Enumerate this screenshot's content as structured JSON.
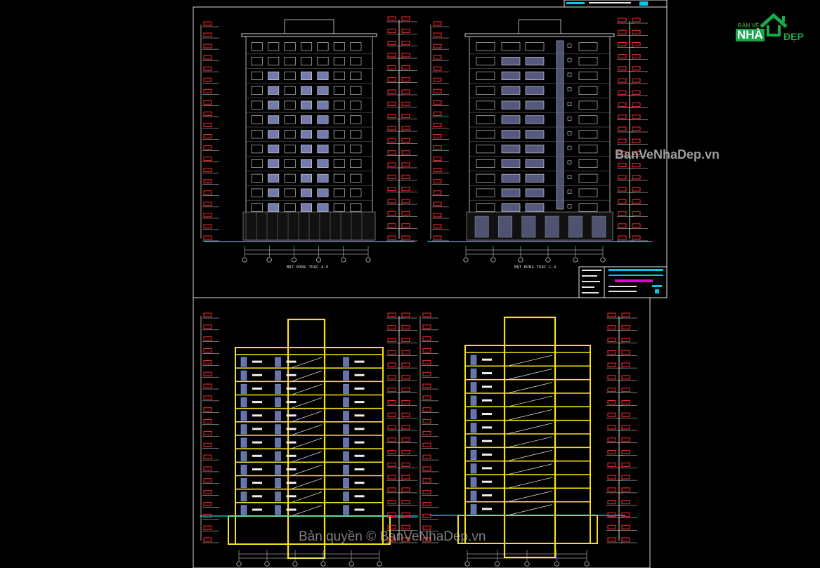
{
  "watermark": {
    "side": "BanVeNhaDep.vn",
    "copyright": "Bản quyền © BanVeNhaDep.vn"
  },
  "logo": {
    "top": "BẢN VẼ",
    "mid": "NHÀ",
    "right": "ĐẸP",
    "brand_color": "#1aa84a"
  },
  "drawings": {
    "elevation_1_caption": "MẶT ĐỨNG TRỤC A-E",
    "elevation_2_caption": "MẶT ĐỨNG TRỤC 1-4",
    "floors": 12
  },
  "colors": {
    "background": "#000000",
    "frame": "#d8d8d8",
    "dimension": "#e5e5e5",
    "axis": "#ff2a2a",
    "section": "#f7e21a",
    "glass": "#9aa3e8",
    "title_block_cyan": "#00c8e6",
    "title_block_magenta": "#e600c8"
  }
}
